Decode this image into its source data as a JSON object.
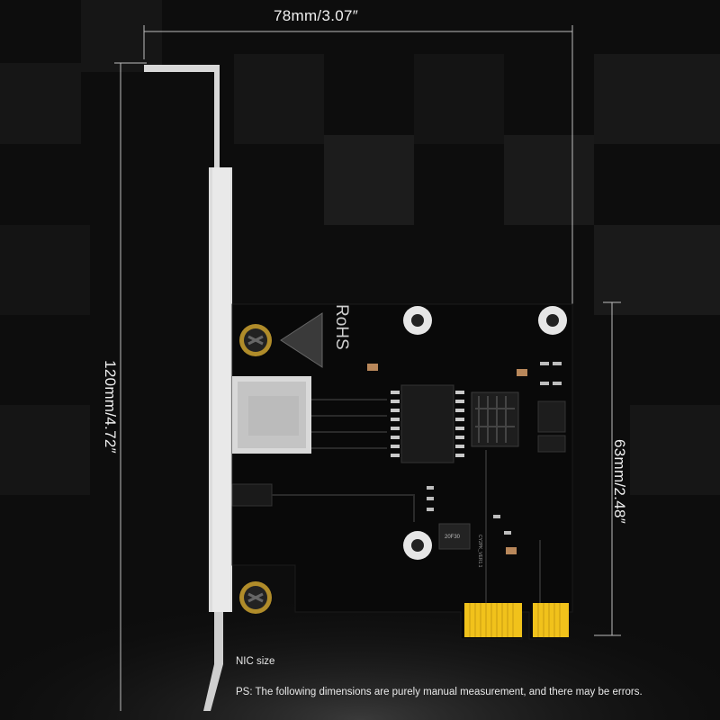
{
  "dimensions": {
    "width_label": "78mm/3.07″",
    "height_label": "120mm/4.72″",
    "pcb_height_label": "63mm/2.48″"
  },
  "board": {
    "rohs_text": "RoHS",
    "chip_marking": "20F30",
    "board_marking": "CY2PK_VER1.1"
  },
  "captions": {
    "title": "NIC size",
    "note": "PS: The following dimensions are purely manual measurement, and there may be errors."
  },
  "colors": {
    "background": "#0c0c0c",
    "pcb": "#0a0a0a",
    "bracket": "#d9d9d9",
    "gold_contacts": "#f2c51c",
    "dimension_lines": "#bfbfbf"
  }
}
